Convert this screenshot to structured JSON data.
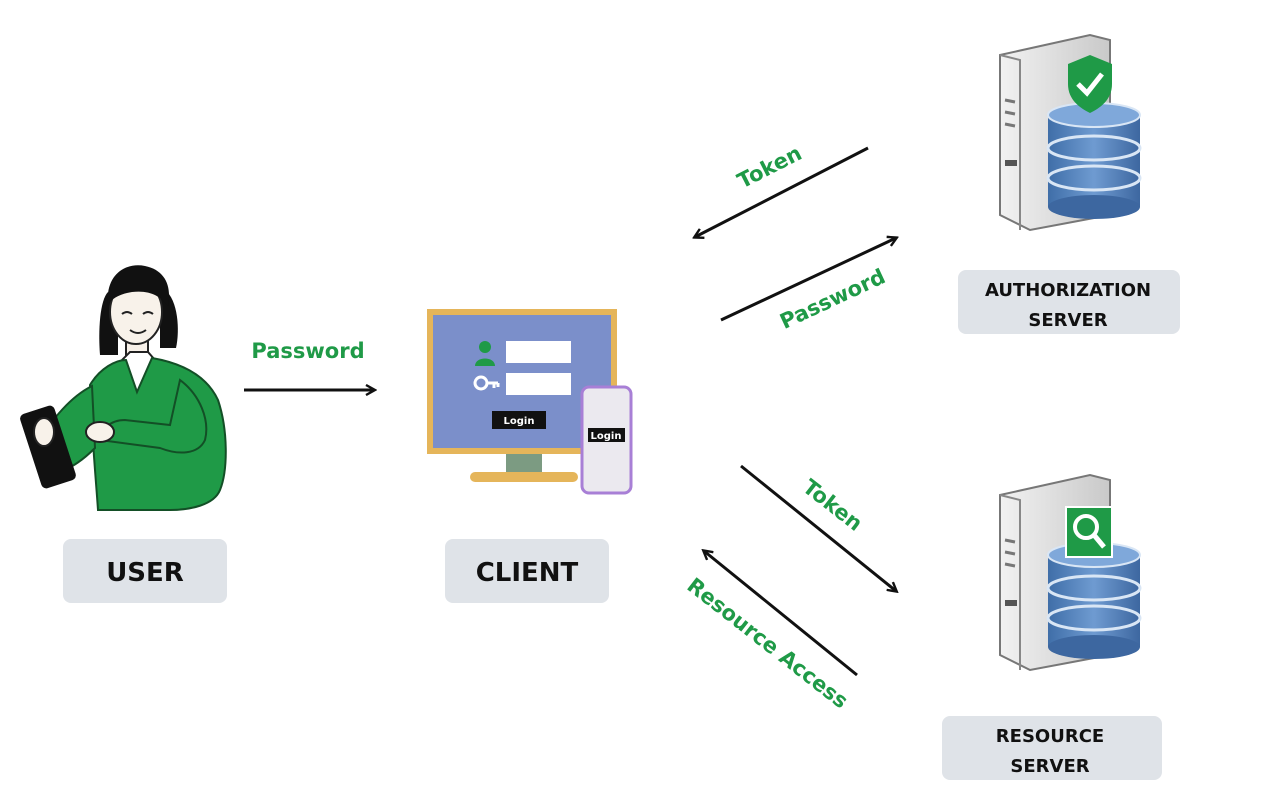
{
  "nodes": {
    "user": {
      "label": "USER"
    },
    "client": {
      "label": "CLIENT",
      "login_button": "Login",
      "phone_login_button": "Login"
    },
    "auth_server": {
      "label_line1": "AUTHORIZATION",
      "label_line2": "SERVER"
    },
    "resource_server": {
      "label_line1": "RESOURCE",
      "label_line2": "SERVER"
    }
  },
  "edges": {
    "user_to_client": "Password",
    "auth_to_client": "Token",
    "client_to_auth": "Password",
    "client_to_resource": "Token",
    "resource_to_client": "Resource Access"
  },
  "colors": {
    "accent_green": "#1f9a47",
    "label_box": "#dfe3e8",
    "monitor_screen": "#7b8fca",
    "monitor_frame": "#e5b55a",
    "server_db": "#4a79b6"
  },
  "icons": [
    "person-icon",
    "key-icon",
    "shield-check-icon",
    "magnifier-icon",
    "server-icon",
    "database-icon",
    "phone-icon",
    "monitor-icon"
  ]
}
